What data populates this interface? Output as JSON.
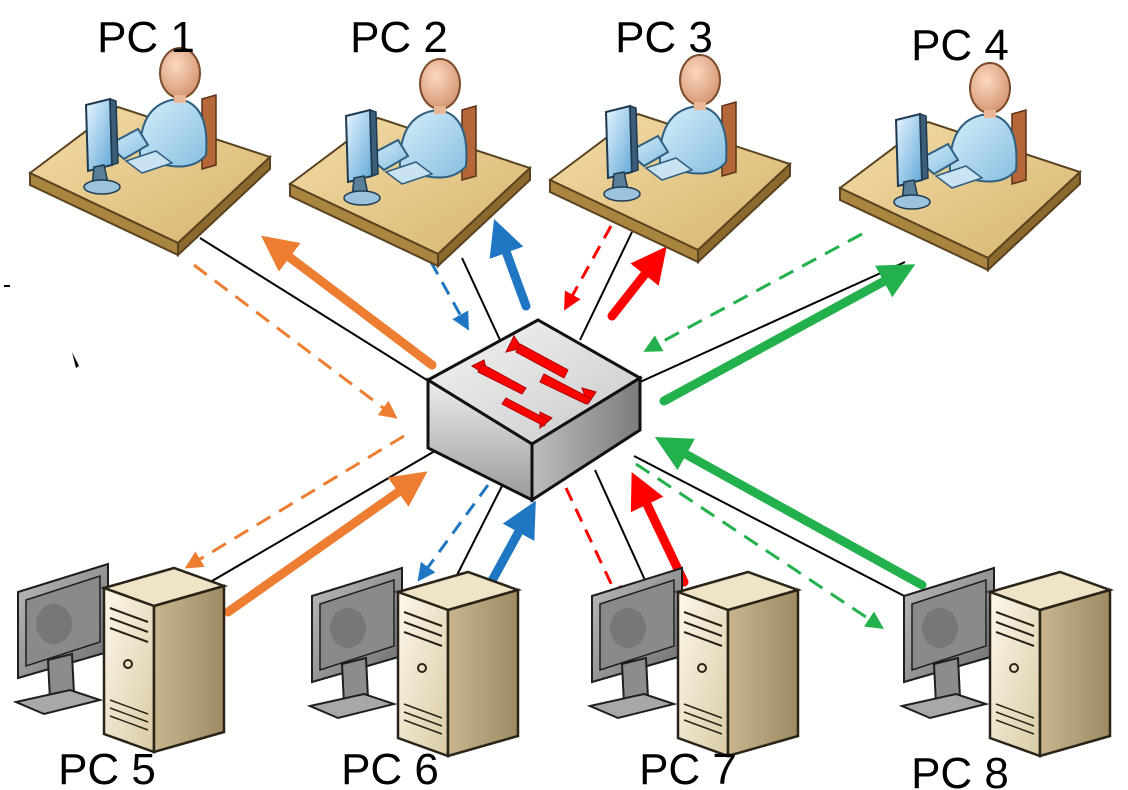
{
  "nodes": {
    "pc1": {
      "label": "PC 1",
      "kind": "workstation-user"
    },
    "pc2": {
      "label": "PC 2",
      "kind": "workstation-user"
    },
    "pc3": {
      "label": "PC 3",
      "kind": "workstation-user"
    },
    "pc4": {
      "label": "PC 4",
      "kind": "workstation-user"
    },
    "pc5": {
      "label": "PC 5",
      "kind": "desktop-computer"
    },
    "pc6": {
      "label": "PC 6",
      "kind": "desktop-computer"
    },
    "pc7": {
      "label": "PC 7",
      "kind": "desktop-computer"
    },
    "pc8": {
      "label": "PC 8",
      "kind": "desktop-computer"
    },
    "switch": {
      "kind": "network-switch",
      "icon": "switch-arrows-icon"
    }
  },
  "links": [
    {
      "from": "pc1",
      "to": "switch",
      "color": "#ED7D31"
    },
    {
      "from": "pc2",
      "to": "switch",
      "color": "#1F77C4"
    },
    {
      "from": "pc3",
      "to": "switch",
      "color": "#FF0000"
    },
    {
      "from": "pc4",
      "to": "switch",
      "color": "#22B14C"
    },
    {
      "from": "pc5",
      "to": "switch",
      "color": "#ED7D31"
    },
    {
      "from": "pc6",
      "to": "switch",
      "color": "#1F77C4"
    },
    {
      "from": "pc7",
      "to": "switch",
      "color": "#FF0000"
    },
    {
      "from": "pc8",
      "to": "switch",
      "color": "#22B14C"
    }
  ],
  "flows": [
    {
      "from": "switch",
      "to": "pc1",
      "style": "solid",
      "color": "#ED7D31"
    },
    {
      "from": "pc1",
      "to": "switch",
      "style": "dashed",
      "color": "#ED7D31"
    },
    {
      "from": "pc5",
      "to": "switch",
      "style": "solid",
      "color": "#ED7D31"
    },
    {
      "from": "switch",
      "to": "pc5",
      "style": "dashed",
      "color": "#ED7D31"
    },
    {
      "from": "switch",
      "to": "pc2",
      "style": "solid",
      "color": "#1F77C4"
    },
    {
      "from": "pc2",
      "to": "switch",
      "style": "dashed",
      "color": "#1F77C4"
    },
    {
      "from": "pc6",
      "to": "switch",
      "style": "solid",
      "color": "#1F77C4"
    },
    {
      "from": "switch",
      "to": "pc6",
      "style": "dashed",
      "color": "#1F77C4"
    },
    {
      "from": "switch",
      "to": "pc3",
      "style": "solid",
      "color": "#FF0000"
    },
    {
      "from": "pc3",
      "to": "switch",
      "style": "dashed",
      "color": "#FF0000"
    },
    {
      "from": "pc7",
      "to": "switch",
      "style": "solid",
      "color": "#FF0000"
    },
    {
      "from": "switch",
      "to": "pc7",
      "style": "dashed",
      "color": "#FF0000"
    },
    {
      "from": "switch",
      "to": "pc4",
      "style": "solid",
      "color": "#22B14C"
    },
    {
      "from": "pc4",
      "to": "switch",
      "style": "dashed",
      "color": "#22B14C"
    },
    {
      "from": "pc8",
      "to": "switch",
      "style": "solid",
      "color": "#22B14C"
    },
    {
      "from": "switch",
      "to": "pc8",
      "style": "dashed",
      "color": "#22B14C"
    }
  ]
}
